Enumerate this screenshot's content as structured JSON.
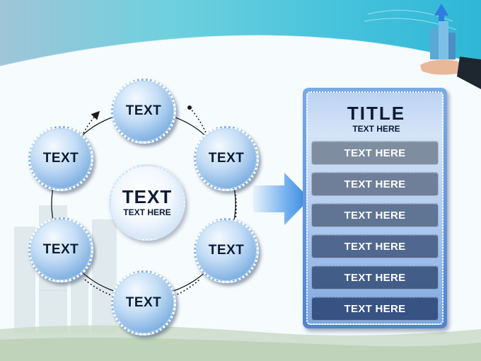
{
  "cycle": {
    "nodes": [
      {
        "label": "TEXT"
      },
      {
        "label": "TEXT"
      },
      {
        "label": "TEXT"
      },
      {
        "label": "TEXT"
      },
      {
        "label": "TEXT"
      },
      {
        "label": "TEXT"
      }
    ],
    "center": {
      "title": "TEXT",
      "subtitle": "TEXT HERE"
    }
  },
  "panel": {
    "title": "TITLE",
    "subtitle": "TEXT HERE",
    "items": [
      {
        "label": "TEXT HERE"
      },
      {
        "label": "TEXT HERE"
      },
      {
        "label": "TEXT HERE"
      },
      {
        "label": "TEXT HERE"
      },
      {
        "label": "TEXT HERE"
      },
      {
        "label": "TEXT HERE"
      }
    ]
  },
  "colors": {
    "node_blue": "#7cade0",
    "panel_blue": "#4f85cf",
    "arrow_blue": "#2f86e0",
    "header_teal": "#4fc3d9"
  }
}
